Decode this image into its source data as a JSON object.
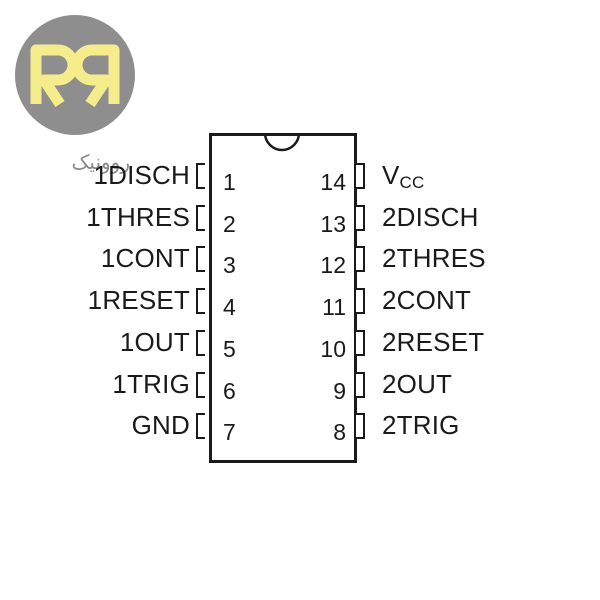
{
  "brand": {
    "logo_text": "روونیک",
    "colors": {
      "circle": "#8e8e8e",
      "letter": "#f5ec8c"
    }
  },
  "chip": {
    "left_pins": [
      {
        "num": "1",
        "label": "1DISCH"
      },
      {
        "num": "2",
        "label": "1THRES"
      },
      {
        "num": "3",
        "label": "1CONT"
      },
      {
        "num": "4",
        "label": "1RESET"
      },
      {
        "num": "5",
        "label": "1OUT"
      },
      {
        "num": "6",
        "label": "1TRIG"
      },
      {
        "num": "7",
        "label": "GND"
      }
    ],
    "right_pins": [
      {
        "num": "14",
        "label": "V",
        "sub": "CC"
      },
      {
        "num": "13",
        "label": "2DISCH"
      },
      {
        "num": "12",
        "label": "2THRES"
      },
      {
        "num": "11",
        "label": "2CONT"
      },
      {
        "num": "10",
        "label": "2RESET"
      },
      {
        "num": "9",
        "label": "2OUT"
      },
      {
        "num": "8",
        "label": "2TRIG"
      }
    ]
  }
}
